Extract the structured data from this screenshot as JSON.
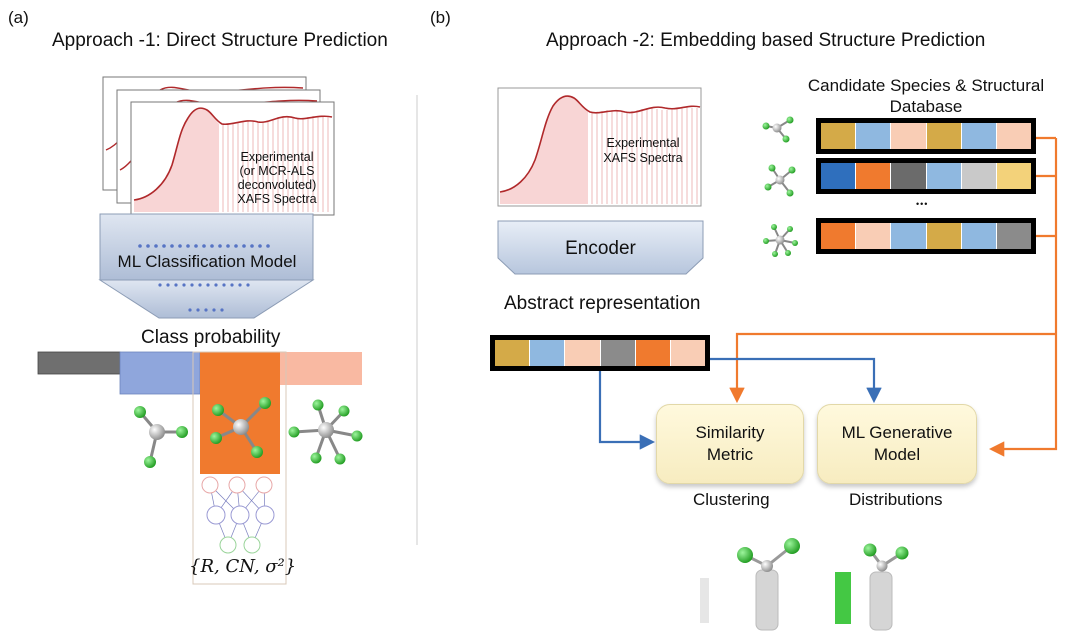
{
  "panel_a": {
    "label": "(a)",
    "title": "Approach -1: Direct Structure Prediction",
    "spectra_note": [
      "Experimental",
      "(or MCR-ALS",
      "deconvoluted)",
      "XAFS Spectra"
    ],
    "model_label": "ML Classification Model",
    "class_probability_label": "Class probability",
    "params_label": "{R, CN, σ²}"
  },
  "panel_b": {
    "label": "(b)",
    "title": "Approach -2: Embedding based Structure Prediction",
    "spectra_note": [
      "Experimental",
      "XAFS Spectra"
    ],
    "encoder_label": "Encoder",
    "database_title": [
      "Candidate Species & Structural",
      "Database"
    ],
    "ellipsis": "•••",
    "abstract_label": "Abstract representation",
    "similarity_label": [
      "Similarity",
      "Metric"
    ],
    "generative_label": [
      "ML Generative",
      "Model"
    ],
    "clustering_label": "Clustering",
    "distributions_label": "Distributions"
  },
  "colors": {
    "orange": "#f07a2e",
    "blue": "#3a6fb6",
    "gold": "#d4aa48",
    "light_blue": "#8fb8e0",
    "peach": "#f9cdb5",
    "gray": "#8b8b8b",
    "green_atom": "#2bb52b",
    "metric_box": "#fbf1c9"
  },
  "embeddings": {
    "row1": [
      "#d4aa48",
      "#8fb8e0",
      "#f9cdb5",
      "#d4aa48",
      "#8fb8e0",
      "#f9cdb5"
    ],
    "row2": [
      "#2f6fbd",
      "#f07a2e",
      "#6b6b6b",
      "#8fb8e0",
      "#c9c9c9",
      "#f3d27a"
    ],
    "row3": [
      "#f07a2e",
      "#f9cdb5",
      "#8fb8e0",
      "#d4aa48",
      "#8fb8e0",
      "#8b8b8b"
    ],
    "abstract": [
      "#d4aa48",
      "#8fb8e0",
      "#f9cdb5",
      "#8b8b8b",
      "#f07a2e",
      "#f9cdb5"
    ]
  }
}
